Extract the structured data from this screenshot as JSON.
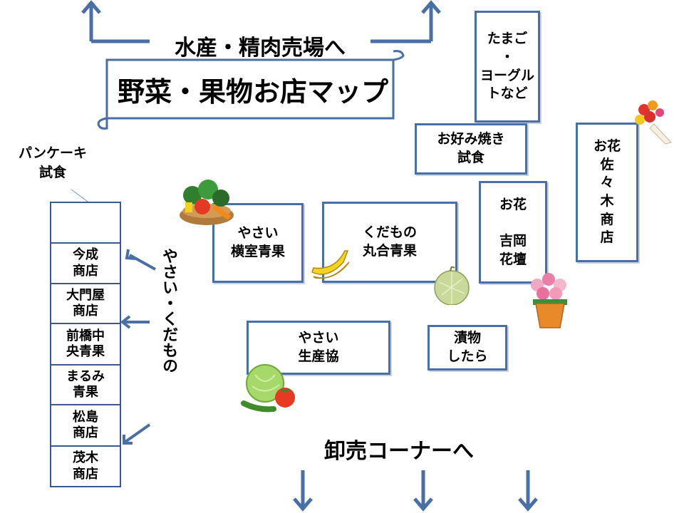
{
  "top_exit": {
    "label": "水産・精肉売場へ"
  },
  "title": "野菜・果物お店マップ",
  "bottom_exit": {
    "label": "卸売コーナーへ"
  },
  "left_column_label": "やさい・くだもの",
  "pancake": {
    "label": "パンケーキ\n試食"
  },
  "left_shops": [
    {
      "name": ""
    },
    {
      "name": "今成\n商店"
    },
    {
      "name": "大門屋\n商店"
    },
    {
      "name": "前橋中\n央青果"
    },
    {
      "name": "まるみ\n青果"
    },
    {
      "name": "松島\n商店"
    },
    {
      "name": "茂木\n商店"
    }
  ],
  "booths": {
    "eggs": "たまご\n・\nヨーグル\nトなど",
    "okonomiyaki": "お好み焼き\n試食",
    "sasaki": "お花\n佐\n々\n木\n商\n店",
    "yokomuro": "やさい\n横室青果",
    "maruai": "くだもの\n丸合青果",
    "yoshioka": "お花\n\n吉岡\n花壇",
    "seisankyo": "やさい\n生産協",
    "tsukemono": "漬物\nしたら"
  },
  "colors": {
    "border": "#4a6ea6",
    "arrow": "#4a6ea6",
    "scroll": "#4a6ea6"
  }
}
